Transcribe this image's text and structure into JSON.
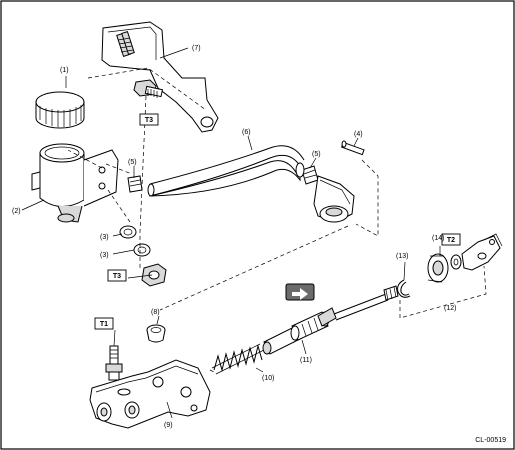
{
  "diagram": {
    "callouts": {
      "c1": "(1)",
      "c2": "(2)",
      "c3a": "(3)",
      "c3b": "(3)",
      "c4": "(4)",
      "c5a": "(5)",
      "c5b": "(5)",
      "c6": "(6)",
      "c7": "(7)",
      "c8": "(8)",
      "c9": "(9)",
      "c10": "(10)",
      "c11": "(11)",
      "c12": "(12)",
      "c13": "(13)",
      "c14": "(14)"
    },
    "torque_labels": {
      "t3a": "T3",
      "t3b": "T3",
      "t1": "T1",
      "t2": "T2"
    },
    "figure_code": "CL-00519"
  }
}
